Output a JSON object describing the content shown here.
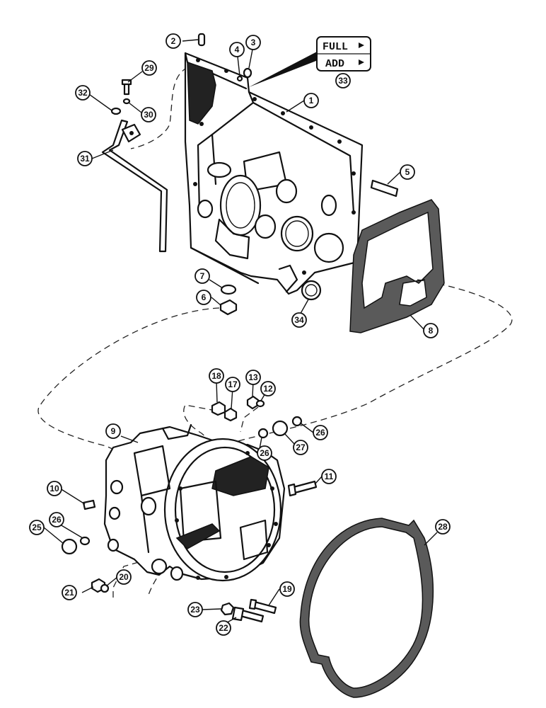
{
  "level_plate": {
    "line1": "FULL",
    "line2": "ADD",
    "ref": "33"
  },
  "callouts": [
    "1",
    "2",
    "3",
    "4",
    "5",
    "6",
    "7",
    "8",
    "9",
    "10",
    "11",
    "12",
    "13",
    "17",
    "18",
    "19",
    "20",
    "21",
    "22",
    "23",
    "25",
    "26",
    "26",
    "26",
    "27",
    "28",
    "29",
    "30",
    "31",
    "32",
    "34"
  ]
}
